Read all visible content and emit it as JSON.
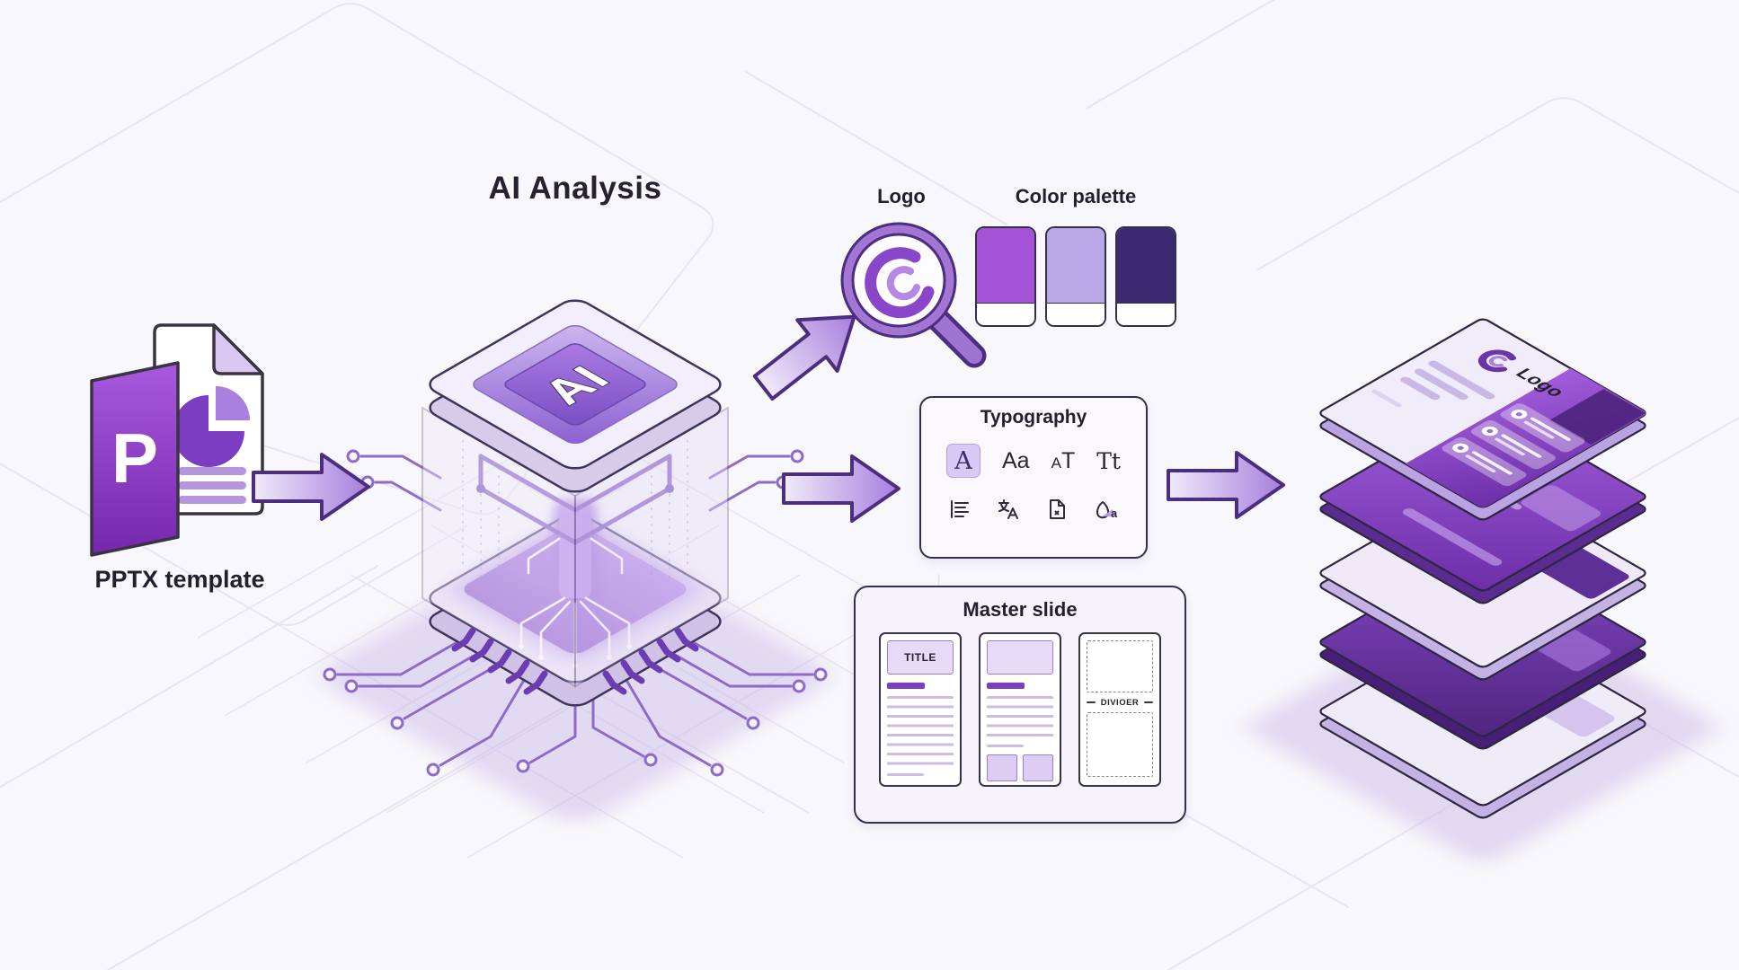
{
  "title": "AI Analysis",
  "input": {
    "label": "PPTX template",
    "letter": "P"
  },
  "chip": {
    "label": "AI"
  },
  "logo": {
    "label": "Logo"
  },
  "palette": {
    "label": "Color palette",
    "swatches": [
      {
        "name": "primary-purple",
        "hex": "#a452d6",
        "css": "background:#a452d6"
      },
      {
        "name": "light-purple",
        "hex": "#b9a7e8",
        "css": "background:#b9a7e8"
      },
      {
        "name": "dark-purple",
        "hex": "#3b2a70",
        "css": "background:#3b2a70"
      }
    ]
  },
  "typography": {
    "label": "Typography",
    "samples": [
      "A",
      "Aa",
      "AT",
      "Tt"
    ],
    "icons": [
      "align-left",
      "translate",
      "page",
      "font-style"
    ]
  },
  "master": {
    "label": "Master slide",
    "title_text": "TITLE",
    "divider_text": "DIVIOER"
  },
  "output": {
    "logo_label": "Logo"
  },
  "colors": {
    "accent": "#8b46c8",
    "arrow_border": "#4b2e7e",
    "ink": "#241f2e",
    "background": "#f8f7fb"
  }
}
